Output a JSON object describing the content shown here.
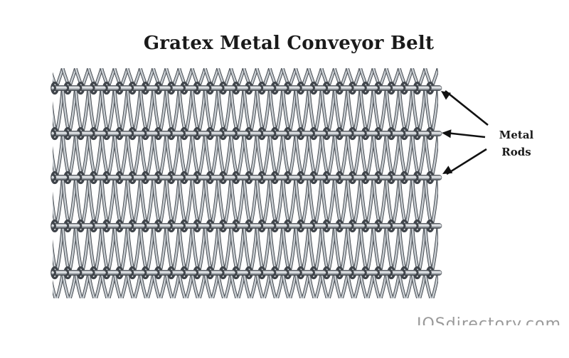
{
  "diagram": {
    "title": "Gratex Metal Conveyor Belt",
    "callout": {
      "line1": "Metal",
      "line2": "Rods",
      "pointer_count": 3
    },
    "watermark": "IQSdirectory.com",
    "colors": {
      "text": "#1a1a1a",
      "arrow": "#111111",
      "wire_light": "#e9ecef",
      "wire_mid": "#a4aab0",
      "wire_dark": "#40454b",
      "watermark": "#9a9a9a"
    }
  }
}
